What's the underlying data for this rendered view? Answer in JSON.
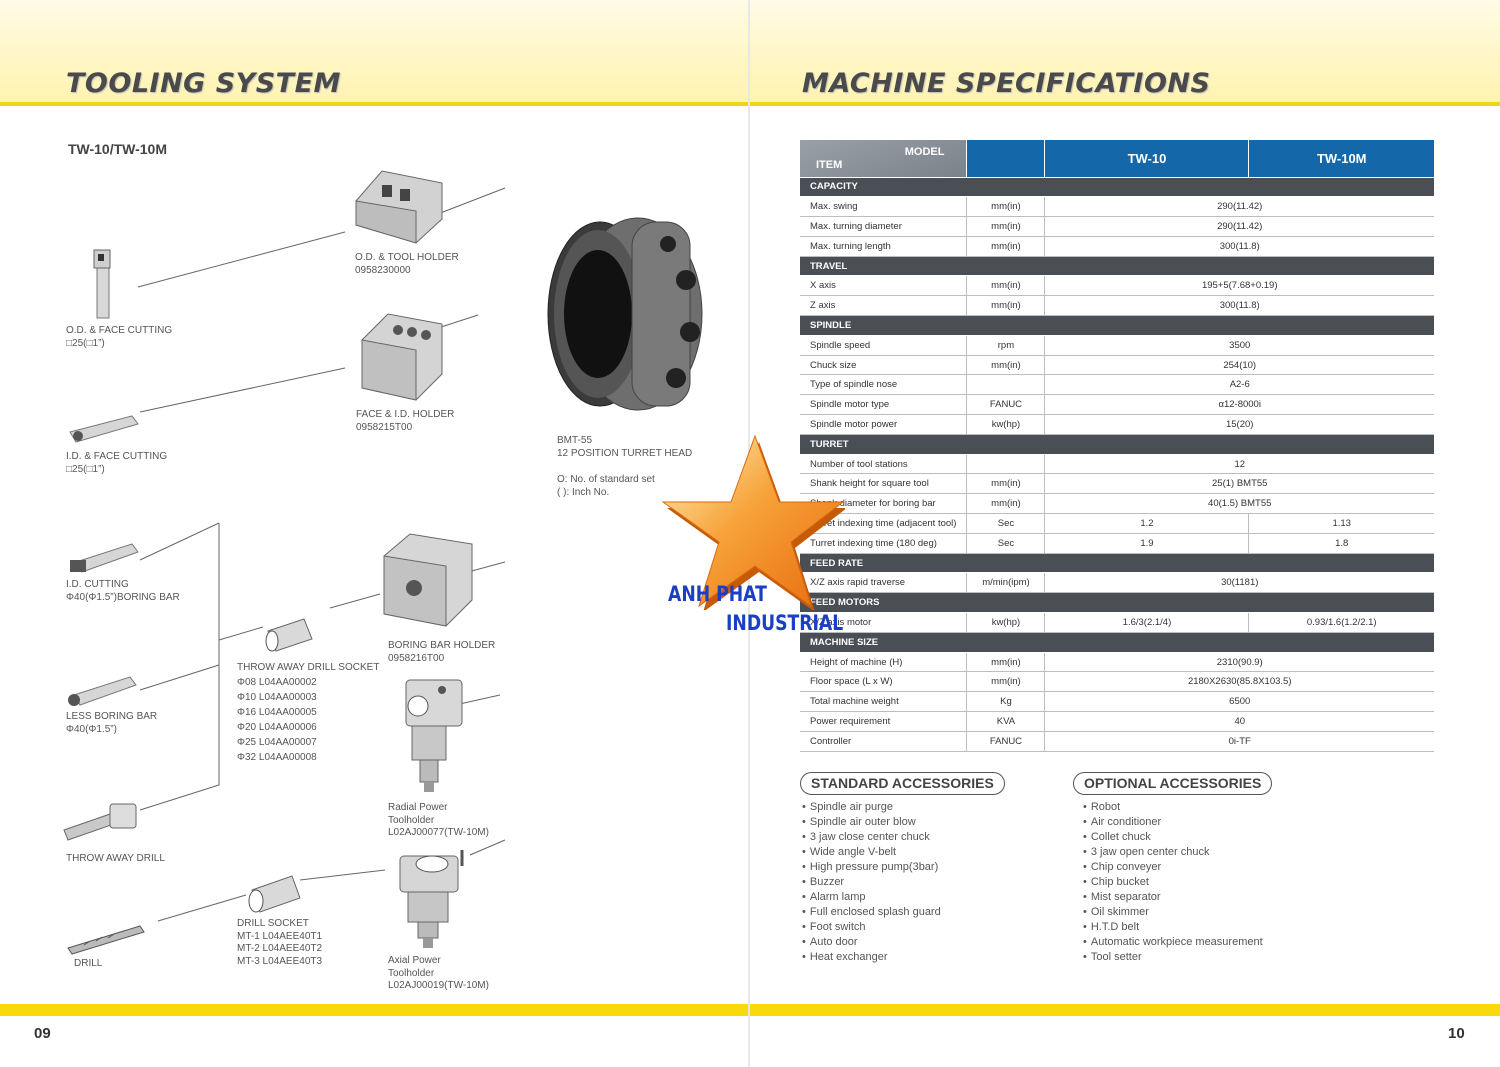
{
  "left": {
    "title": "TOOLING SYSTEM",
    "model": "TW-10/TW-10M",
    "page_number": "09",
    "labels": {
      "od_face_cutting": [
        "O.D. & FACE CUTTING",
        "□25(□1”)"
      ],
      "id_face_cutting": [
        "I.D. & FACE CUTTING",
        "□25(□1”)"
      ],
      "id_cutting": [
        "I.D. CUTTING",
        "Φ40(Φ1.5”)BORING BAR"
      ],
      "less_boring_bar": [
        "LESS BORING BAR",
        "Φ40(Φ1.5”)"
      ],
      "throw_away_drill": [
        "THROW AWAY DRILL"
      ],
      "drill": [
        "DRILL"
      ],
      "od_tool_holder": [
        "O.D. & TOOL HOLDER",
        "0958230000"
      ],
      "face_id_holder": [
        "FACE & I.D. HOLDER",
        "0958215T00"
      ],
      "turret_head": [
        "BMT-55",
        "12 POSITION TURRET HEAD"
      ],
      "legend": [
        "O: No. of standard set",
        "( ): Inch No."
      ],
      "drill_socket_taw": [
        "THROW AWAY DRILL SOCKET",
        "Φ08 L04AA00002",
        "Φ10 L04AA00003",
        "Φ16 L04AA00005",
        "Φ20 L04AA00006",
        "Φ25 L04AA00007",
        "Φ32 L04AA00008"
      ],
      "boring_bar_holder": [
        "BORING BAR HOLDER",
        "0958216T00"
      ],
      "radial_power": [
        "Radial Power",
        "Toolholder",
        "L02AJ00077(TW-10M)"
      ],
      "drill_socket": [
        "DRILL SOCKET",
        "MT-1 L04AEE40T1",
        "MT-2 L04AEE40T2",
        "MT-3 L04AEE40T3"
      ],
      "axial_power": [
        "Axial Power",
        "Toolholder",
        "L02AJ00019(TW-10M)"
      ]
    }
  },
  "right": {
    "title": "MACHINE SPECIFICATIONS",
    "page_number": "10",
    "table_header": {
      "model": "MODEL",
      "item": "ITEM",
      "col1": "TW-10",
      "col2": "TW-10M"
    },
    "sections": [
      {
        "name": "CAPACITY",
        "rows": [
          {
            "item": "Max. swing",
            "unit": "mm(in)",
            "value": "290(11.42)"
          },
          {
            "item": "Max. turning diameter",
            "unit": "mm(in)",
            "value": "290(11.42)"
          },
          {
            "item": "Max. turning length",
            "unit": "mm(in)",
            "value": "300(11.8)"
          }
        ]
      },
      {
        "name": "TRAVEL",
        "rows": [
          {
            "item": "X axis",
            "unit": "mm(in)",
            "value": "195+5(7.68+0.19)"
          },
          {
            "item": "Z axis",
            "unit": "mm(in)",
            "value": "300(11.8)"
          }
        ]
      },
      {
        "name": "SPINDLE",
        "rows": [
          {
            "item": "Spindle speed",
            "unit": "rpm",
            "value": "3500"
          },
          {
            "item": "Chuck size",
            "unit": "mm(in)",
            "value": "254(10)"
          },
          {
            "item": "Type of spindle nose",
            "unit": "",
            "value": "A2-6"
          },
          {
            "item": "Spindle motor type",
            "unit": "FANUC",
            "value": "α12-8000i"
          },
          {
            "item": "Spindle motor power",
            "unit": "kw(hp)",
            "value": "15(20)"
          }
        ]
      },
      {
        "name": "TURRET",
        "rows": [
          {
            "item": "Number of tool stations",
            "unit": "",
            "value": "12"
          },
          {
            "item": "Shank height for square tool",
            "unit": "mm(in)",
            "value": "25(1) BMT55"
          },
          {
            "item": "Shank diameter for boring bar",
            "unit": "mm(in)",
            "value": "40(1.5) BMT55"
          },
          {
            "item": "Turret indexing time (adjacent tool)",
            "unit": "Sec",
            "v1": "1.2",
            "v2": "1.13"
          },
          {
            "item": "Turret indexing time (180 deg)",
            "unit": "Sec",
            "v1": "1.9",
            "v2": "1.8"
          }
        ]
      },
      {
        "name": "FEED RATE",
        "rows": [
          {
            "item": "X/Z axis rapid traverse",
            "unit": "m/min(ipm)",
            "value": "30(1181)"
          }
        ]
      },
      {
        "name": "FEED MOTORS",
        "rows": [
          {
            "item": "X/Z axis motor",
            "unit": "kw(hp)",
            "v1": "1.6/3(2.1/4)",
            "v2": "0.93/1.6(1.2/2.1)"
          }
        ]
      },
      {
        "name": "MACHINE SIZE",
        "rows": [
          {
            "item": "Height of machine (H)",
            "unit": "mm(in)",
            "value": "2310(90.9)"
          },
          {
            "item": "Floor space (L x W)",
            "unit": "mm(in)",
            "value": "2180X2630(85.8X103.5)"
          },
          {
            "item": "Total machine weight",
            "unit": "Kg",
            "value": "6500"
          },
          {
            "item": "Power requirement",
            "unit": "KVA",
            "value": "40"
          },
          {
            "item": "Controller",
            "unit": "FANUC",
            "value": "0i-TF"
          }
        ]
      }
    ],
    "standard_accessories": {
      "title": "STANDARD ACCESSORIES",
      "items": [
        "Spindle air purge",
        "Spindle  air  outer  blow",
        "3 jaw  close  center  chuck",
        "Wide angle V-belt",
        "High  pressure  pump(3bar)",
        "Buzzer",
        "Alarm  lamp",
        "Full  enclosed  splash  guard",
        "Foot  switch",
        "Auto  door",
        "Heat exchanger"
      ]
    },
    "optional_accessories": {
      "title": "OPTIONAL  ACCESSORIES",
      "items": [
        "Robot",
        "Air  conditioner",
        "Collet  chuck",
        "3 jaw open center chuck",
        "Chip  conveyer",
        "Chip  bucket",
        "Mist  separator",
        "Oil  skimmer",
        "H.T.D belt",
        "Automatic  workpiece measurement",
        "Tool  setter"
      ]
    }
  },
  "watermark": {
    "line1": "ANH PHAT",
    "line2": "INDUSTRIAL"
  },
  "colors": {
    "accent_yellow": "#f7d90c",
    "table_header_blue": "#1467a8",
    "category_dark": "#4a4e55",
    "watermark_blue": "#1a3fc4",
    "star_orange": "#f28c1e"
  }
}
